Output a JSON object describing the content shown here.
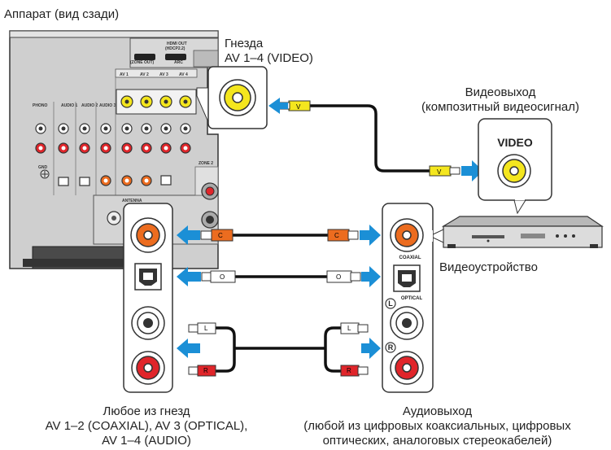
{
  "labels": {
    "unit_title": "Аппарат (вид сзади)",
    "jacks_line1": "Гнезда",
    "jacks_line2": "AV 1–4 (VIDEO)",
    "video_out_line1": "Видеовыход",
    "video_out_line2": "(композитный видеосигнал)",
    "video_device": "Видеоустройство",
    "video_jack": "VIDEO",
    "coaxial": "COAXIAL",
    "optical": "OPTICAL",
    "left_ch": "L",
    "right_ch": "R",
    "input_note_line1": "Любое из гнезд",
    "input_note_line2": "AV 1–2 (COAXIAL), AV 3 (OPTICAL),",
    "input_note_line3": "AV 1–4 (AUDIO)",
    "audio_out_line1": "Аудиовыход",
    "audio_out_line2": "(любой из цифровых коаксиальных, цифровых",
    "audio_out_line3": "оптических, аналоговых стереокабелей)"
  },
  "plugs": {
    "video": "V",
    "coaxial": "C",
    "optical": "O",
    "left": "L",
    "right": "R"
  },
  "panel_text": {
    "hdmi_out": "HDMI OUT",
    "hdmi_sub": "(HDCP2.2)",
    "hdmi_zone": "(ZONE OUT)",
    "hdmi_arc": "ARC",
    "av1": "AV 1",
    "av2": "AV 2",
    "av3": "AV 3",
    "av4": "AV 4",
    "phono": "PHONO",
    "audio1": "AUDIO 1",
    "audio2": "AUDIO 2",
    "audio3": "AUDIO 3",
    "antenna": "ANTENNA",
    "zone2": "ZONE 2",
    "gnd": "GND"
  },
  "colors": {
    "arrow": "#1b8fd6",
    "video_yellow": "#f4e61e",
    "coax_orange": "#ec6c1f",
    "audio_red": "#e0252a",
    "panel_gray": "#c9c9c9",
    "dark_panel": "#6d6d6d"
  }
}
